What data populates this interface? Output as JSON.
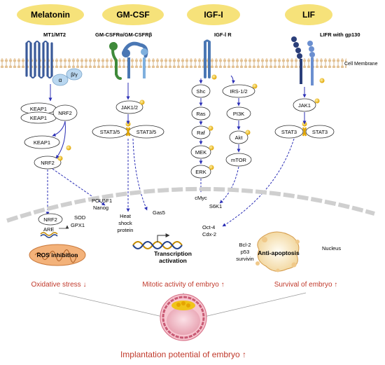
{
  "pathways": {
    "melatonin": {
      "title": "Melatonin",
      "receptor": "MT1/MT2",
      "g_alpha": "α",
      "g_betagamma": "β/γ",
      "keap1_a": "KEAP1",
      "keap1_b": "KEAP1",
      "nrf2_complex": "NRF2",
      "keap1_free": "KEAP1",
      "nrf2_free": "NRF2"
    },
    "gmcsf": {
      "title": "GM-CSF",
      "receptor": "GM-CSFRα/GM-CSFRβ",
      "jak": "JAK1/2",
      "stat_left": "STAT3/5",
      "stat_right": "STAT3/5"
    },
    "igf": {
      "title": "IGF-I",
      "receptor": "IGF-Ⅰ R",
      "shc": "Shc",
      "ras": "Ras",
      "raf": "Raf",
      "mek": "MEK",
      "erk": "ERK",
      "irs": "IRS-1/2",
      "pi3k": "PI3K",
      "akt": "Akt",
      "mtor": "mTOR"
    },
    "lif": {
      "title": "LIF",
      "receptor": "LIFR with gp130",
      "jak": "JAK1",
      "stat_left": "STAT3",
      "stat_right": "STAT3"
    }
  },
  "membrane_label": "Cell Membrane",
  "nucleus": {
    "label": "Nucleus",
    "nrf2": "NRF2",
    "are": "ARE",
    "sod": "SOD",
    "gpx1": "GPX1",
    "pou5f1": "POU5F1",
    "nanog": "Nanog",
    "heat_shock_1": "Heat",
    "heat_shock_2": "shock",
    "heat_shock_3": "protein",
    "gas5": "Gas5",
    "cmyc": "cMyc",
    "s6k1": "S6K1",
    "oct4": "Oct-4",
    "cdx2": "Cdx-2",
    "bcl2": "Bcl-2",
    "p53": "p53",
    "survivin": "survivin"
  },
  "processes": {
    "ros": "ROS inhibition",
    "transcription_1": "Transcription",
    "transcription_2": "activation",
    "anti_apoptosis": "Anti-apoptosis"
  },
  "outcomes": {
    "oxidative": "Oxidative stress ↓",
    "mitotic": "Mitotic activity of embryo ↑",
    "survival": "Survival of embryo ↑",
    "implantation": "Implantation potential of embryo ↑"
  },
  "colors": {
    "title_fill": "#f6e27a",
    "arrow": "#2b2fb6",
    "phospho": "#f0c419",
    "outcome_red": "#c0392b",
    "membrane": "#d9b88a",
    "receptor_blue": "#3a5a9a",
    "receptor_green": "#3f8a3a"
  }
}
